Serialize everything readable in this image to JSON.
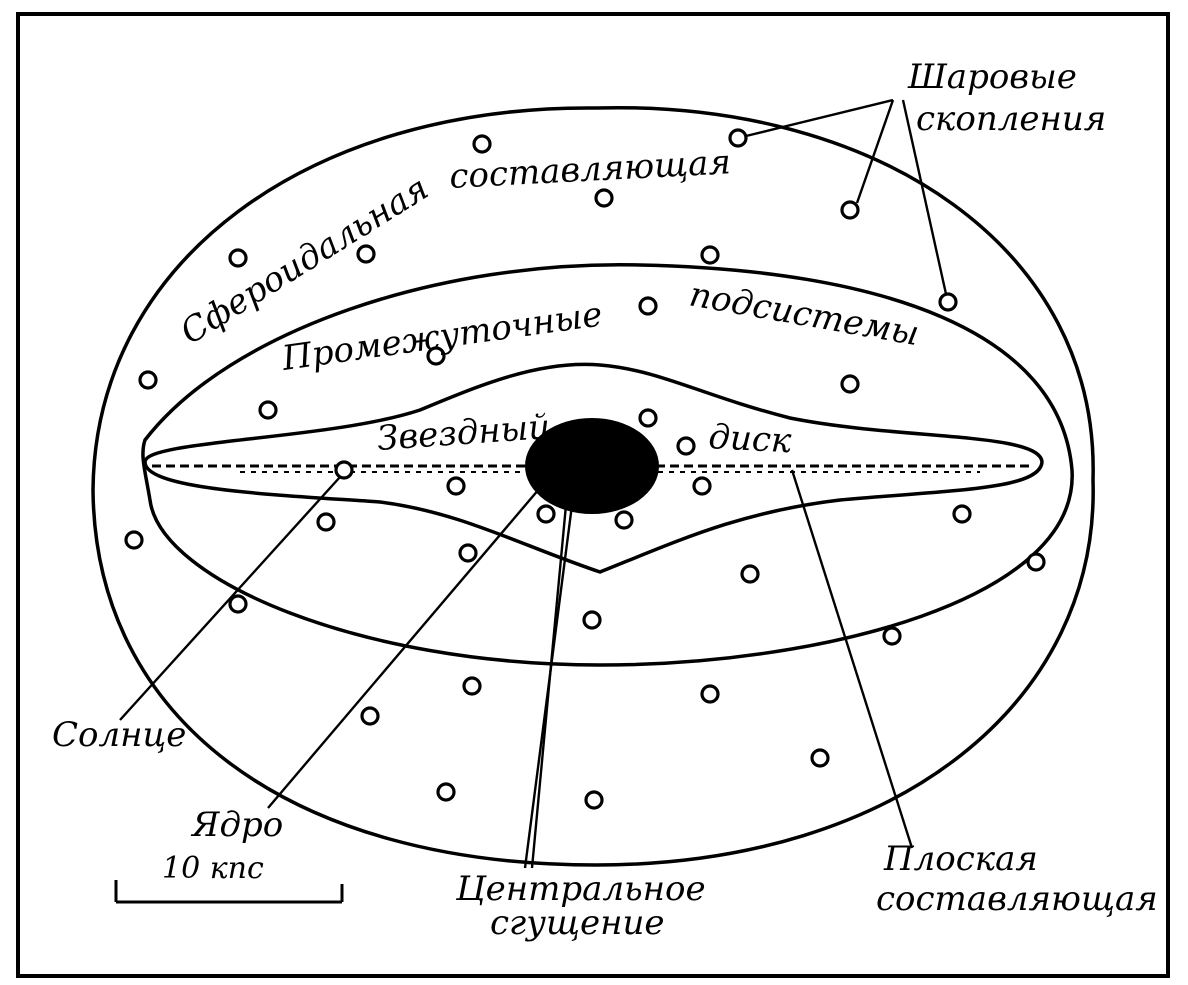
{
  "labels": {
    "spheroidal": "Сфероидальная",
    "component_top": "составляющая",
    "intermediate": "Промежуточные",
    "subsystems": "подсистемы",
    "stellar": "Звездный",
    "disk": "диск",
    "globular_1": "Шаровые",
    "globular_2": "скопления",
    "sun": "Солнце",
    "nucleus": "Ядро",
    "central_1": "Центральное",
    "central_2": "сгущение",
    "flat_1": "Плоская",
    "flat_2": "составляющая",
    "scale": "10 кпс"
  },
  "colors": {
    "ink": "#000000",
    "paper": "#ffffff"
  }
}
